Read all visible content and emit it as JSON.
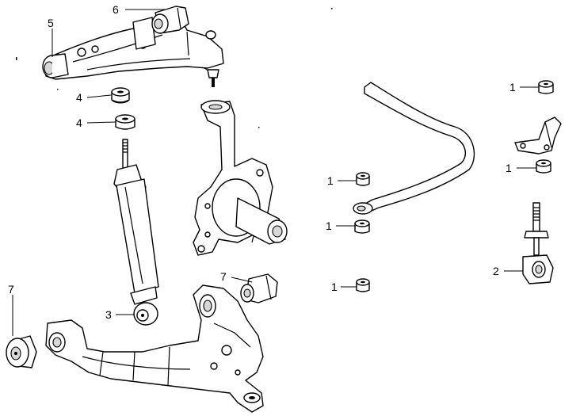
{
  "callouts": {
    "c1a": "1",
    "c1b": "1",
    "c1c": "1",
    "c1d": "1",
    "c1e": "1",
    "c2": "2",
    "c3": "3",
    "c4a": "4",
    "c4b": "4",
    "c5": "5",
    "c6": "6",
    "c7a": "7",
    "c7b": "7"
  }
}
